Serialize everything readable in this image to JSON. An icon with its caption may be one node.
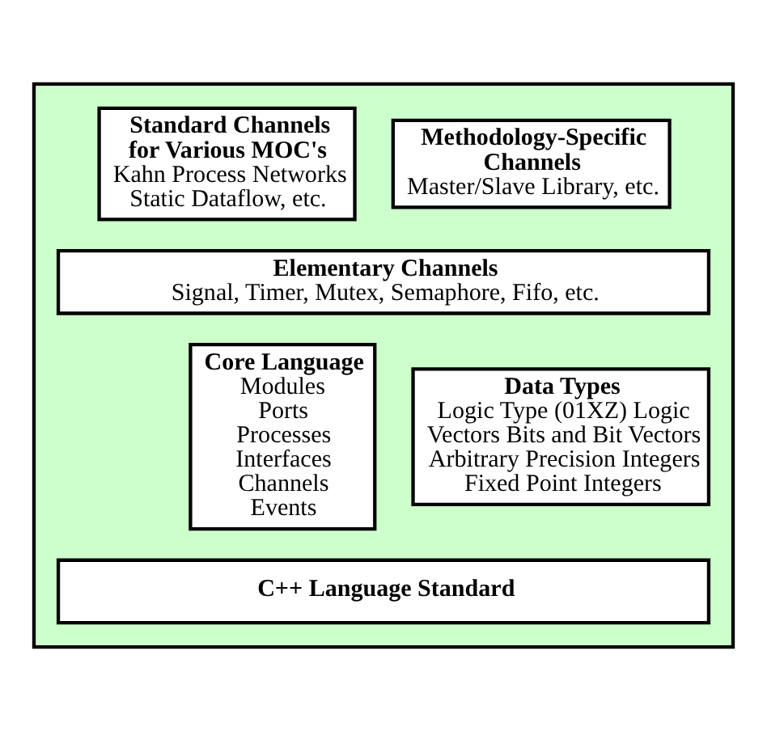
{
  "diagram": {
    "nodes": [
      {
        "text": [],
        "shape": "box"
      },
      {
        "text": [
          "Standard Channels for Various MOC's",
          "Kahn Process Networks Static Dataflow, etc."
        ],
        "in": 0
      },
      {
        "text": [
          "Methodology-Specific Channels",
          "Master/Slave Library, etc."
        ],
        "in": 0
      },
      {
        "text": [
          "Elementary Channels",
          "Signal, Timer, Mutex, Semaphore, Fifo, etc."
        ],
        "in": 0
      },
      {
        "text": [
          "Core Language",
          "Modules Ports Processes Interfaces Channels Events"
        ],
        "in": 0
      },
      {
        "text": [
          "Data Types",
          "Logic Type (01XZ) Logic Vectors Bits and Bit Vectors Arbitrary Precision Integers Fixed Point Integers"
        ],
        "in": 0
      },
      {
        "text": [
          "C++ Language Standard"
        ],
        "in": 0
      }
    ],
    "edges": []
  }
}
